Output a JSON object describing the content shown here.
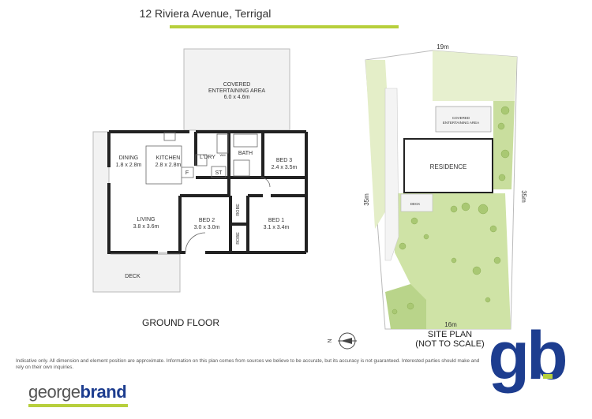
{
  "title": "12 Riviera Avenue, Terrigal",
  "floor_plan": {
    "heading": "GROUND FLOOR",
    "rooms": {
      "covered_line1": "COVERED",
      "covered_line2": "ENTERTAINING AREA",
      "covered_dims": "6.0 x 4.6m",
      "dining": "DINING",
      "dining_dims": "1.8 x 2.8m",
      "kitchen": "KITCHEN",
      "kitchen_dims": "2.8 x 2.8m",
      "fridge": "F",
      "laundry": "L'DRY",
      "wm": "WM",
      "store": "ST",
      "bath": "BATH",
      "bed3": "BED 3",
      "bed3_dims": "2.4 x 3.5m",
      "living": "LIVING",
      "living_dims": "3.8 x 3.6m",
      "bed2": "BED 2",
      "bed2_dims": "3.0 x 3.0m",
      "robe": "ROBE",
      "bed1": "BED 1",
      "bed1_dims": "3.1 x 3.4m",
      "deck": "DECK"
    }
  },
  "site_plan": {
    "heading_line1": "SITE PLAN",
    "heading_line2": "(NOT TO SCALE)",
    "dim_top": "19m",
    "dim_left": "35m",
    "dim_right": "35m",
    "dim_bottom": "16m",
    "residence": "RESIDENCE",
    "covered_line1": "COVERED",
    "covered_line2": "ENTERTAINING AREA",
    "deck": "DECK"
  },
  "compass_label": "N",
  "disclaimer": "Indicative only. All dimension and element position are approximate. Information on this plan comes from sources we believe to be accurate, but its accuracy is not guaranteed. Interested parties should make and rely on their own inquiries.",
  "brand": {
    "part1": "george",
    "part2": "brand",
    "logo_text": "gb"
  },
  "colors": {
    "brand_green": "#b7cf3c",
    "brand_blue": "#1d3d8f",
    "lawn_green": "#cfe3a6"
  }
}
